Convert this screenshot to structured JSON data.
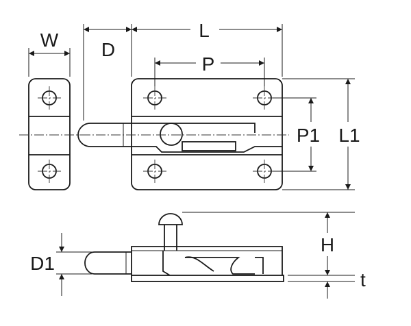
{
  "labels": {
    "w": "W",
    "d": "D",
    "l": "L",
    "p": "P",
    "p1": "P1",
    "l1": "L1",
    "d1": "D1",
    "h": "H",
    "t": "t"
  }
}
